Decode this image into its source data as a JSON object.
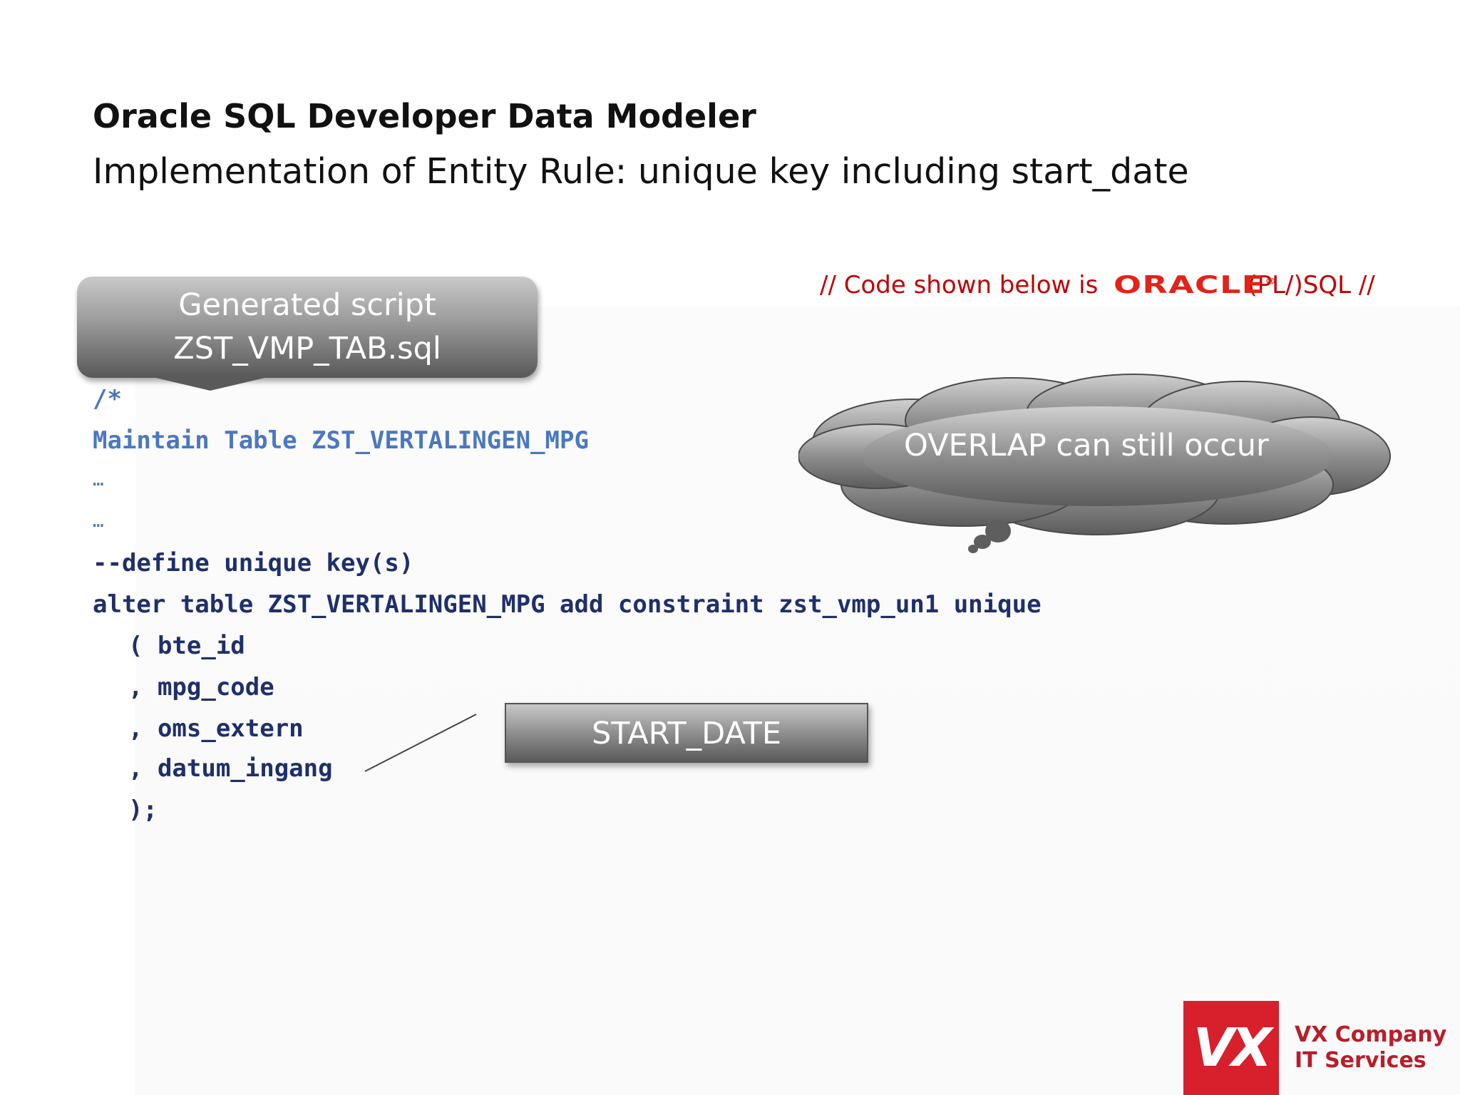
{
  "header": {
    "title": "Oracle SQL Developer Data Modeler",
    "subtitle": "Implementation of Entity Rule: unique key including start_date"
  },
  "note": {
    "prefix": "// Code shown below is",
    "oracle_logo": "ORACLE",
    "suffix": "(PL/)SQL //",
    "color": "#c00000"
  },
  "callout_script": {
    "line1": "Generated script",
    "line2": "ZST_VMP_TAB.sql"
  },
  "code": {
    "lines": [
      "/*",
      "Maintain Table ZST_VERTALINGEN_MPG",
      "…",
      "…",
      "--define unique key(s)",
      "alter table ZST_VERTALINGEN_MPG add constraint zst_vmp_un1 unique",
      "( bte_id",
      ", mpg_code",
      ", oms_extern",
      ", datum_ingang",
      ");"
    ]
  },
  "cloud": {
    "text": "OVERLAP can still occur"
  },
  "start_date_box": {
    "text": "START_DATE"
  },
  "brand": {
    "logo_letters": "VX",
    "company_line1": "VX Company",
    "company_line2": "IT Services",
    "color": "#d7202b"
  }
}
